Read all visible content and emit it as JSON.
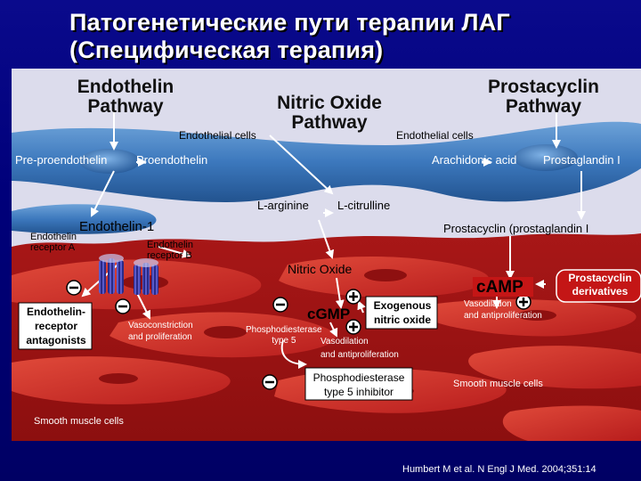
{
  "slide": {
    "title_line1": "Патогенетические пути терапии ЛАГ",
    "title_line2": "(Специфическая терапия)",
    "citation": "Humbert M et al. N Engl J Med. 2004;351:14"
  },
  "colors": {
    "background": "#00007a",
    "endothelial_cell": "#4a85c4",
    "smooth_muscle_cell": "#c42424",
    "arrow": "#ffffff"
  },
  "diagram": {
    "pathways": {
      "endothelin": "Endothelin\nPathway",
      "nitric_oxide": "Nitric Oxide\nPathway",
      "prostacyclin": "Prostacyclin\nPathway"
    },
    "labels": {
      "endothelial_cells_left": "Endothelial cells",
      "endothelial_cells_right": "Endothelial cells",
      "pre_proendothelin": "Pre-proendothelin",
      "proendothelin": "Proendothelin",
      "arachidonic_acid": "Arachidonic acid",
      "prostaglandin": "Prostaglandin I",
      "l_arginine": "L-arginine",
      "l_citrulline": "L-citrulline",
      "endothelin_1": "Endothelin-1",
      "endothelin_receptor_a": "Endothelin\nreceptor A",
      "endothelin_receptor_b": "Endothelin\nreceptor B",
      "prostacyclin_prostaglandin": "Prostacyclin (prostaglandin I",
      "nitric_oxide": "Nitric Oxide",
      "camp": "cAMP",
      "prostacyclin_derivatives": "Prostacyclin\nderivatives",
      "endothelin_receptor_antagonists": "Endothelin-\nreceptor\nantagonists",
      "vasoconstriction": "Vasoconstriction\nand proliferation",
      "cgmp": "cGMP",
      "exogenous_no": "Exogenous\nnitric oxide",
      "phosphodiesterase_type5": "Phosphodiesterase\ntype 5",
      "vasodilation_mid": "Vasodilation\nand antiproliferation",
      "vasodilation_right": "Vasodilation\nand antiproliferation",
      "pde5_inhibitor": "Phosphodiesterase\ntype 5 inhibitor",
      "smooth_muscle_cells_right": "Smooth muscle cells",
      "smooth_muscle_cells_left": "Smooth muscle cells"
    },
    "signs": {
      "minus": "−",
      "plus": "+"
    }
  }
}
